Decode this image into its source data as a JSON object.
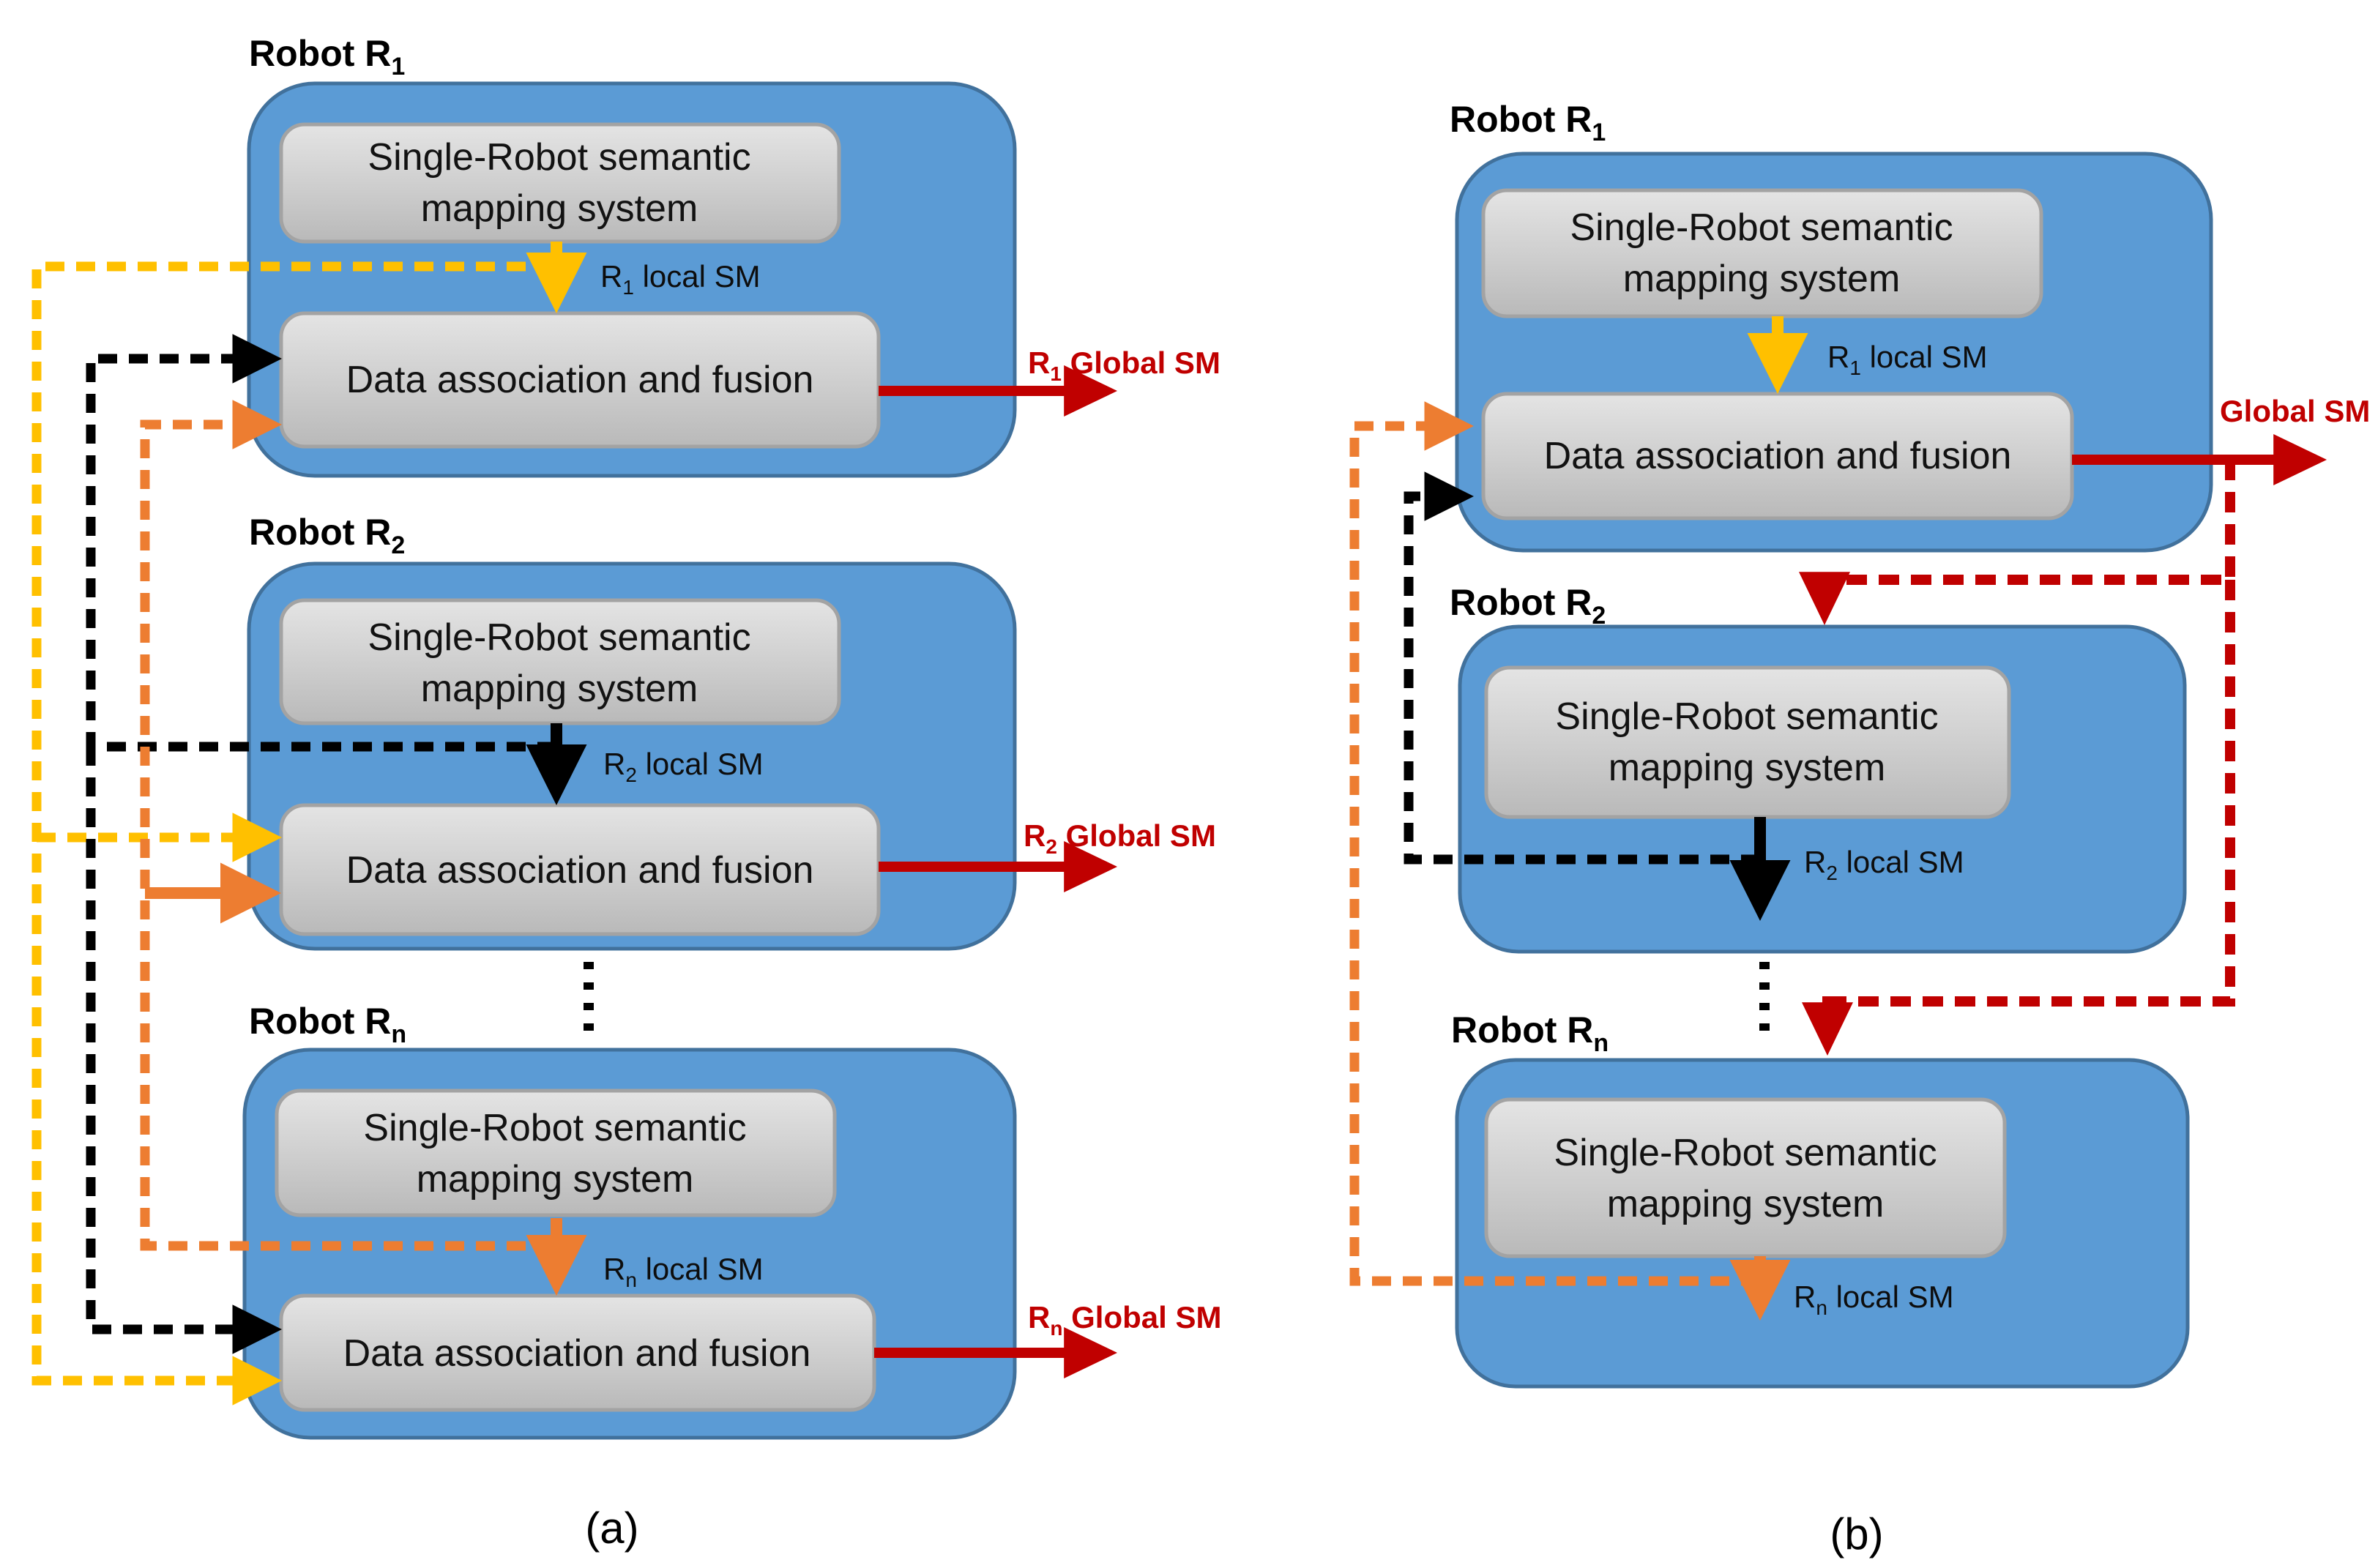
{
  "figure": {
    "labels": {
      "robot_prefix": "Robot R",
      "semantic_line1": "Single-Robot semantic",
      "semantic_line2": "mapping system",
      "fusion": "Data association and fusion"
    },
    "panel_a": {
      "caption": "(a)",
      "robots": [
        {
          "sub": "1",
          "local": {
            "r": "R",
            "sub": "1",
            "rest": " local SM"
          },
          "global": {
            "r": "R",
            "sub": "1",
            "rest": " Global SM"
          }
        },
        {
          "sub": "2",
          "local": {
            "r": "R",
            "sub": "2",
            "rest": " local SM"
          },
          "global": {
            "r": "R",
            "sub": "2",
            "rest": " Global SM"
          }
        },
        {
          "sub": "n",
          "local": {
            "r": "R",
            "sub": "n",
            "rest": " local SM"
          },
          "global": {
            "r": "R",
            "sub": "n",
            "rest": " Global SM"
          }
        }
      ]
    },
    "panel_b": {
      "caption": "(b)",
      "global_label": "Global SM",
      "robots": [
        {
          "sub": "1",
          "local": {
            "r": "R",
            "sub": "1",
            "rest": " local SM"
          }
        },
        {
          "sub": "2",
          "local": {
            "r": "R",
            "sub": "2",
            "rest": " local SM"
          }
        },
        {
          "sub": "n",
          "local": {
            "r": "R",
            "sub": "n",
            "rest": " local SM"
          }
        }
      ]
    },
    "colors": {
      "robot_box_fill": "#5B9BD5",
      "robot_box_border": "#41719C",
      "module_box_border": "#A3A3A3",
      "r1_share": "#FFC000",
      "r2_share": "#000000",
      "rn_share": "#ED7D31",
      "global_sm": "#C00000"
    }
  }
}
